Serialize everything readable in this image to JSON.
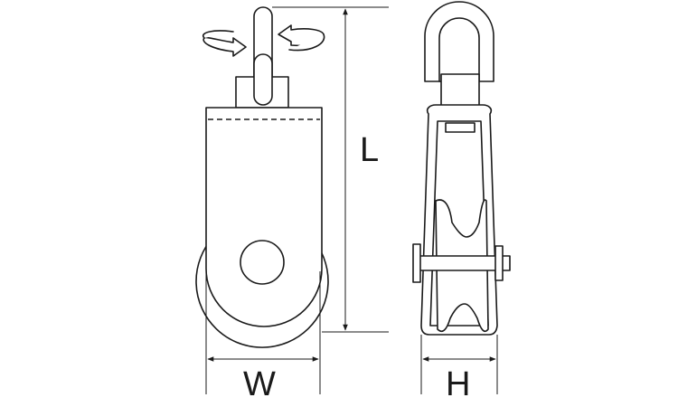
{
  "dimensions": {
    "length_label": "L",
    "width_label": "W",
    "height_label": "H"
  },
  "icons": {
    "rotation_left": "rotate-arrow-icon",
    "rotation_right": "rotate-arrow-icon"
  },
  "colors": {
    "line": "#1a1a1a",
    "fill": "#ffffff"
  }
}
